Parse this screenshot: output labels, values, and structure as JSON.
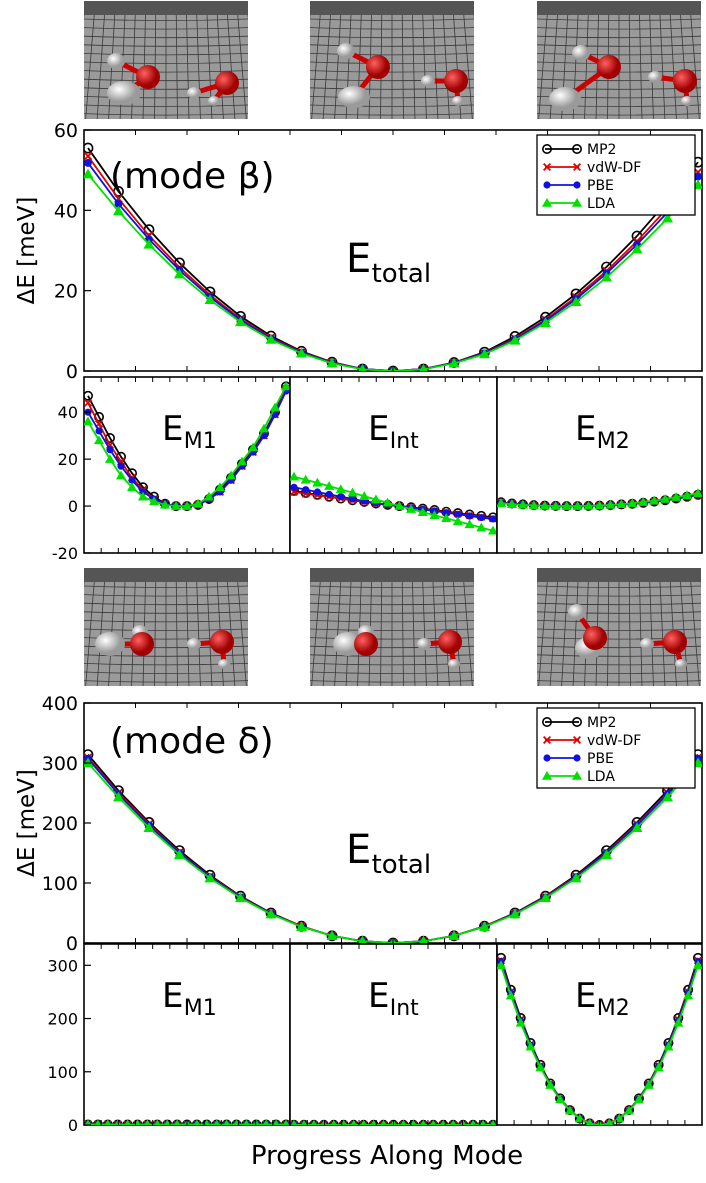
{
  "colors": {
    "MP2": "#000000",
    "vdW-DF": "#e00000",
    "PBE": "#1010e0",
    "LDA": "#00e000"
  },
  "markers": {
    "MP2": "open-circle",
    "vdW-DF": "x-cross",
    "PBE": "filled-circle",
    "LDA": "filled-triangle"
  },
  "molecule_images": {
    "mode_beta": [
      "water-dimer-frame-1",
      "water-dimer-frame-2",
      "water-dimer-frame-3"
    ],
    "mode_delta": [
      "water-dimer-frame-1",
      "water-dimer-frame-2",
      "water-dimer-frame-3"
    ]
  },
  "chart_data": [
    {
      "type": "line",
      "panel": "beta_total",
      "mode_label": "(mode β)",
      "energy_label": "E",
      "energy_sub": "total",
      "ylabel": "ΔE [meV]",
      "xlabel": "",
      "ylim": [
        0,
        60
      ],
      "yticks": [
        0,
        20,
        40,
        60
      ],
      "legend": "top-right",
      "grid": false,
      "series": [
        {
          "name": "MP2",
          "values": [
            55.5,
            44.7,
            35.2,
            26.9,
            19.7,
            13.6,
            8.7,
            4.9,
            2.2,
            0.5,
            0.0,
            0.5,
            2.1,
            4.7,
            8.6,
            13.4,
            19.2,
            25.9,
            33.6,
            42.3,
            52.0
          ]
        },
        {
          "name": "vdW-DF",
          "values": [
            53.5,
            42.9,
            33.7,
            25.8,
            18.9,
            13.0,
            8.3,
            4.7,
            2.1,
            0.5,
            0.0,
            0.5,
            2.0,
            4.5,
            8.1,
            12.8,
            18.4,
            24.9,
            32.3,
            40.6,
            49.5
          ]
        },
        {
          "name": "PBE",
          "values": [
            51.8,
            41.6,
            32.8,
            25.1,
            18.4,
            12.7,
            8.1,
            4.6,
            2.0,
            0.5,
            0.0,
            0.5,
            2.0,
            4.4,
            7.9,
            12.5,
            17.9,
            24.3,
            31.5,
            39.5,
            48.4
          ]
        },
        {
          "name": "LDA",
          "values": [
            49.0,
            39.8,
            31.5,
            24.1,
            17.7,
            12.2,
            7.8,
            4.4,
            1.9,
            0.4,
            0.0,
            0.4,
            1.9,
            4.2,
            7.6,
            12.0,
            17.2,
            23.3,
            30.3,
            38.0,
            46.3
          ]
        }
      ]
    },
    {
      "type": "line",
      "panel": "beta_M1",
      "energy_label": "E",
      "energy_sub": "M1",
      "ylim": [
        -20,
        55
      ],
      "yticks": [
        -20,
        0,
        20,
        40
      ],
      "series": [
        {
          "name": "MP2",
          "values": [
            47,
            38,
            29,
            21,
            14,
            8,
            4,
            1,
            0,
            0,
            0.5,
            3,
            7,
            12,
            18,
            24,
            31,
            40,
            51
          ]
        },
        {
          "name": "vdW-DF",
          "values": [
            44,
            35,
            26,
            19,
            12,
            7,
            3,
            1,
            0,
            0,
            0.5,
            3,
            6,
            11,
            17,
            23,
            30,
            39,
            50
          ]
        },
        {
          "name": "PBE",
          "values": [
            40,
            32,
            24,
            17,
            11,
            6,
            3,
            1,
            0,
            0,
            0.5,
            3,
            6,
            11,
            17,
            23,
            30,
            39,
            49
          ]
        },
        {
          "name": "LDA",
          "values": [
            36,
            28,
            20,
            13,
            8,
            4,
            2,
            0.5,
            0,
            0,
            1,
            4,
            8,
            13,
            19,
            25,
            33,
            42,
            51
          ]
        }
      ]
    },
    {
      "type": "line",
      "panel": "beta_Int",
      "energy_label": "E",
      "energy_sub": "Int",
      "ylim": [
        -20,
        55
      ],
      "series": [
        {
          "name": "MP2",
          "values": [
            6.5,
            5.6,
            4.8,
            4.0,
            3.2,
            2.5,
            1.8,
            1.1,
            0.5,
            0.0,
            -0.5,
            -1.1,
            -1.7,
            -2.4,
            -3.0,
            -3.6,
            -4.2,
            -4.8
          ]
        },
        {
          "name": "vdW-DF",
          "values": [
            6.0,
            5.3,
            4.6,
            3.9,
            3.2,
            2.5,
            1.8,
            1.1,
            0.5,
            0.0,
            -0.6,
            -1.3,
            -1.9,
            -2.6,
            -3.3,
            -3.9,
            -4.6,
            -5.3
          ]
        },
        {
          "name": "PBE",
          "values": [
            8.0,
            7.0,
            6.0,
            5.0,
            4.0,
            3.0,
            2.1,
            1.3,
            0.6,
            0.0,
            -0.7,
            -1.4,
            -2.1,
            -2.8,
            -3.5,
            -4.2,
            -4.9,
            -5.5
          ]
        },
        {
          "name": "LDA",
          "values": [
            12.5,
            11.2,
            9.9,
            8.5,
            7.1,
            5.7,
            4.2,
            2.8,
            1.4,
            0.0,
            -1.3,
            -2.6,
            -3.9,
            -5.2,
            -6.5,
            -7.8,
            -9.2,
            -10.5
          ]
        }
      ]
    },
    {
      "type": "line",
      "panel": "beta_M2",
      "energy_label": "E",
      "energy_sub": "M2",
      "ylim": [
        -20,
        55
      ],
      "series": [
        {
          "name": "MP2",
          "values": [
            1.6,
            1.1,
            0.7,
            0.4,
            0.2,
            0.1,
            0.0,
            0.0,
            0.1,
            0.2,
            0.4,
            0.7,
            1.0,
            1.4,
            1.9,
            2.5,
            3.2,
            4.0,
            4.8
          ]
        },
        {
          "name": "vdW-DF",
          "values": [
            1.5,
            1.0,
            0.6,
            0.4,
            0.2,
            0.1,
            0.0,
            0.0,
            0.1,
            0.2,
            0.4,
            0.7,
            1.0,
            1.4,
            1.9,
            2.4,
            3.1,
            3.8,
            4.6
          ]
        },
        {
          "name": "PBE",
          "values": [
            1.4,
            1.0,
            0.6,
            0.3,
            0.2,
            0.1,
            0.0,
            0.0,
            0.1,
            0.2,
            0.4,
            0.7,
            1.0,
            1.4,
            1.9,
            2.5,
            3.2,
            4.0,
            4.8
          ]
        },
        {
          "name": "LDA",
          "values": [
            1.2,
            0.8,
            0.5,
            0.3,
            0.1,
            0.0,
            0.0,
            0.0,
            0.1,
            0.3,
            0.5,
            0.8,
            1.2,
            1.7,
            2.3,
            3.0,
            3.8,
            4.6,
            5.5
          ]
        }
      ]
    },
    {
      "type": "line",
      "panel": "delta_total",
      "mode_label": "(mode δ)",
      "energy_label": "E",
      "energy_sub": "total",
      "ylabel": "ΔE [meV]",
      "xlabel": "",
      "ylim": [
        0,
        400
      ],
      "yticks": [
        0,
        100,
        200,
        300,
        400
      ],
      "legend": "top-right",
      "grid": false,
      "series": [
        {
          "name": "MP2",
          "values": [
            314,
            254,
            201,
            154,
            113,
            78,
            50,
            28,
            12,
            3,
            0,
            3,
            12,
            28,
            50,
            78,
            113,
            154,
            201,
            254,
            314
          ]
        },
        {
          "name": "vdW-DF",
          "values": [
            309,
            250,
            198,
            151,
            111,
            77,
            49,
            28,
            12,
            3,
            0,
            3,
            12,
            28,
            49,
            77,
            111,
            151,
            198,
            250,
            309
          ]
        },
        {
          "name": "PBE",
          "values": [
            307,
            248,
            196,
            150,
            110,
            76,
            49,
            27,
            12,
            3,
            0,
            3,
            12,
            27,
            49,
            76,
            110,
            150,
            196,
            248,
            307
          ]
        },
        {
          "name": "LDA",
          "values": [
            300,
            243,
            192,
            147,
            108,
            75,
            48,
            27,
            12,
            3,
            0,
            3,
            12,
            27,
            48,
            75,
            108,
            147,
            192,
            243,
            300
          ]
        }
      ]
    },
    {
      "type": "line",
      "panel": "delta_M1",
      "energy_label": "E",
      "energy_sub": "M1",
      "ylim": [
        0,
        340
      ],
      "yticks": [
        0,
        100,
        200,
        300
      ],
      "series": [
        {
          "name": "MP2",
          "values": [
            1,
            1,
            1,
            1,
            1,
            1,
            1,
            1,
            1,
            1,
            1,
            1,
            1,
            1,
            1,
            1,
            1,
            1,
            1,
            1,
            1
          ]
        },
        {
          "name": "vdW-DF",
          "values": [
            1,
            1,
            1,
            1,
            1,
            1,
            1,
            1,
            1,
            1,
            1,
            1,
            1,
            1,
            1,
            1,
            1,
            1,
            1,
            1,
            1
          ]
        },
        {
          "name": "PBE",
          "values": [
            1,
            1,
            1,
            1,
            1,
            1,
            1,
            1,
            1,
            1,
            1,
            1,
            1,
            1,
            1,
            1,
            1,
            1,
            1,
            1,
            1
          ]
        },
        {
          "name": "LDA",
          "values": [
            1,
            1,
            1,
            1,
            1,
            1,
            1,
            1,
            1,
            1,
            1,
            1,
            1,
            1,
            1,
            1,
            1,
            1,
            1,
            1,
            1
          ]
        }
      ]
    },
    {
      "type": "line",
      "panel": "delta_Int",
      "energy_label": "E",
      "energy_sub": "Int",
      "ylim": [
        0,
        340
      ],
      "series": [
        {
          "name": "MP2",
          "values": [
            0.5,
            0.5,
            0.5,
            0.5,
            0.5,
            0.5,
            0.5,
            0.5,
            0.5,
            0.5,
            0.5,
            0.5,
            0.5,
            0.5,
            0.5,
            0.5,
            0.5,
            0.5,
            0.5,
            0.5,
            0.5
          ]
        },
        {
          "name": "vdW-DF",
          "values": [
            0.5,
            0.5,
            0.5,
            0.5,
            0.5,
            0.5,
            0.5,
            0.5,
            0.5,
            0.5,
            0.5,
            0.5,
            0.5,
            0.5,
            0.5,
            0.5,
            0.5,
            0.5,
            0.5,
            0.5,
            0.5
          ]
        },
        {
          "name": "PBE",
          "values": [
            0.5,
            0.5,
            0.5,
            0.5,
            0.5,
            0.5,
            0.5,
            0.5,
            0.5,
            0.5,
            0.5,
            0.5,
            0.5,
            0.5,
            0.5,
            0.5,
            0.5,
            0.5,
            0.5,
            0.5,
            0.5
          ]
        },
        {
          "name": "LDA",
          "values": [
            0.5,
            0.5,
            0.5,
            0.5,
            0.5,
            0.5,
            0.5,
            0.5,
            0.5,
            0.5,
            0.5,
            0.5,
            0.5,
            0.5,
            0.5,
            0.5,
            0.5,
            0.5,
            0.5,
            0.5,
            0.5
          ]
        }
      ]
    },
    {
      "type": "line",
      "panel": "delta_M2",
      "energy_label": "E",
      "energy_sub": "M2",
      "ylim": [
        0,
        340
      ],
      "xlabel": "Progress Along Mode",
      "series": [
        {
          "name": "MP2",
          "values": [
            314,
            254,
            201,
            154,
            113,
            78,
            50,
            28,
            12,
            3,
            0,
            3,
            12,
            28,
            50,
            78,
            113,
            154,
            201,
            254,
            314
          ]
        },
        {
          "name": "vdW-DF",
          "values": [
            309,
            250,
            198,
            151,
            111,
            77,
            49,
            28,
            12,
            3,
            0,
            3,
            12,
            28,
            49,
            77,
            111,
            151,
            198,
            250,
            309
          ]
        },
        {
          "name": "PBE",
          "values": [
            307,
            248,
            196,
            150,
            110,
            76,
            49,
            27,
            12,
            3,
            0,
            3,
            12,
            27,
            49,
            76,
            110,
            150,
            196,
            248,
            307
          ]
        },
        {
          "name": "LDA",
          "values": [
            300,
            243,
            192,
            147,
            108,
            75,
            48,
            27,
            12,
            3,
            0,
            3,
            12,
            27,
            48,
            75,
            108,
            147,
            192,
            243,
            300
          ]
        }
      ]
    }
  ]
}
